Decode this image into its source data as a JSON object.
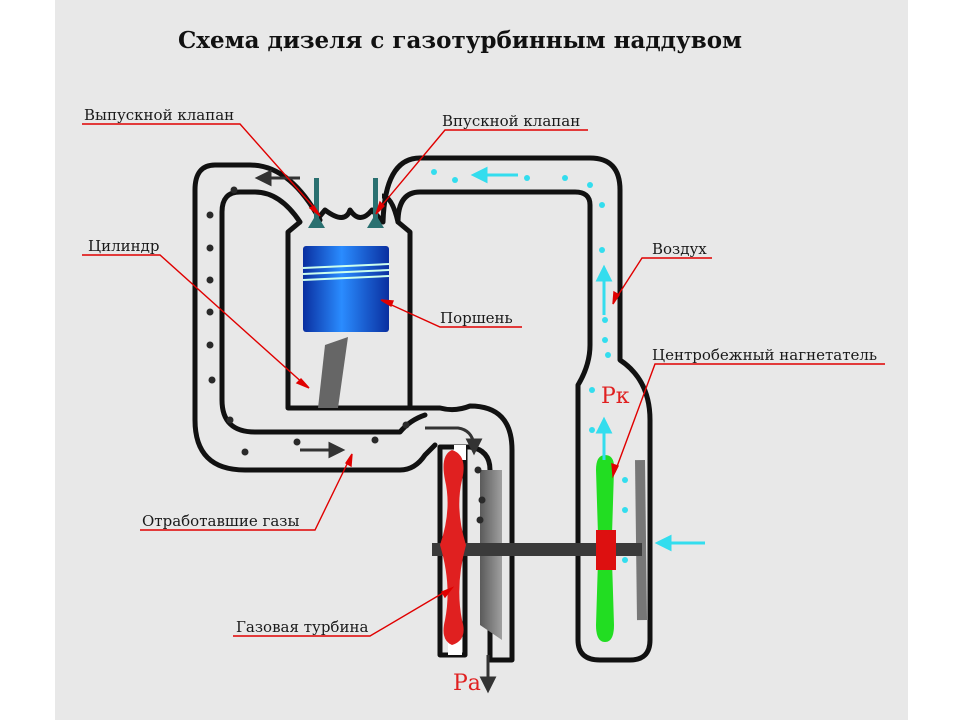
{
  "title": "Схема дизеля с газотурбинным наддувом",
  "labels": {
    "exhaust_valve": "Выпускной клапан",
    "intake_valve": "Впускной клапан",
    "cylinder": "Цилиндр",
    "air": "Воздух",
    "piston": "Поршень",
    "compressor": "Центробежный нагнетатель",
    "exhaust_gases": "Отработавшие газы",
    "gas_turbine": "Газовая турбина",
    "pk": "Рк",
    "pa": "Ра"
  },
  "colors": {
    "background": "#e8e8e8",
    "outline": "#111111",
    "leader": "#e00000",
    "air_flow": "#33ddee",
    "gas_flow": "#333333",
    "piston": "#1060e0",
    "turbine": "#e02020",
    "compressor": "#22dd22",
    "shaft": "#3a3a3a",
    "valve": "#2a7070"
  }
}
